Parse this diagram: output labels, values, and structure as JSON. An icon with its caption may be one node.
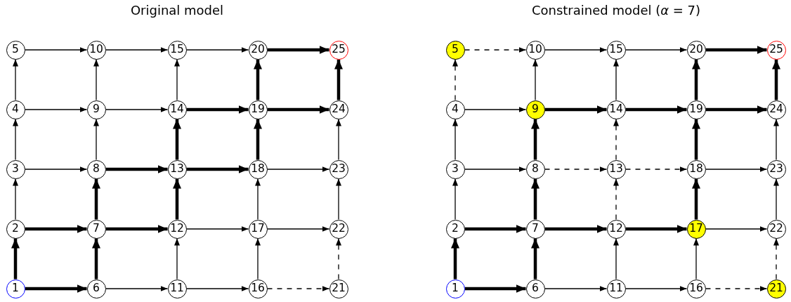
{
  "diagram": {
    "nodes": [
      {
        "text": [
          "1"
        ]
      },
      {
        "text": [
          "2"
        ]
      },
      {
        "text": [
          "3"
        ]
      },
      {
        "text": [
          "4"
        ]
      },
      {
        "text": [
          "5"
        ]
      },
      {
        "text": [
          "6"
        ]
      },
      {
        "text": [
          "7"
        ]
      },
      {
        "text": [
          "8"
        ]
      },
      {
        "text": [
          "9"
        ]
      },
      {
        "text": [
          "10"
        ]
      },
      {
        "text": [
          "11"
        ]
      },
      {
        "text": [
          "12"
        ]
      },
      {
        "text": [
          "13"
        ]
      },
      {
        "text": [
          "14"
        ]
      },
      {
        "text": [
          "15"
        ]
      },
      {
        "text": [
          "16"
        ]
      },
      {
        "text": [
          "17"
        ]
      },
      {
        "text": [
          "18"
        ]
      },
      {
        "text": [
          "19"
        ]
      },
      {
        "text": [
          "20"
        ]
      },
      {
        "text": [
          "21"
        ]
      },
      {
        "text": [
          "22"
        ]
      },
      {
        "text": [
          "23"
        ]
      },
      {
        "text": [
          "24"
        ]
      },
      {
        "text": [
          "25"
        ]
      },
      {
        "text": [
          "1"
        ]
      },
      {
        "text": [
          "2"
        ]
      },
      {
        "text": [
          "3"
        ]
      },
      {
        "text": [
          "4"
        ]
      },
      {
        "text": [
          "5"
        ]
      },
      {
        "text": [
          "6"
        ]
      },
      {
        "text": [
          "7"
        ]
      },
      {
        "text": [
          "8"
        ]
      },
      {
        "text": [
          "9"
        ]
      },
      {
        "text": [
          "10"
        ]
      },
      {
        "text": [
          "11"
        ]
      },
      {
        "text": [
          "12"
        ]
      },
      {
        "text": [
          "13"
        ]
      },
      {
        "text": [
          "14"
        ]
      },
      {
        "text": [
          "15"
        ]
      },
      {
        "text": [
          "16"
        ]
      },
      {
        "text": [
          "17"
        ]
      },
      {
        "text": [
          "18"
        ]
      },
      {
        "text": [
          "19"
        ]
      },
      {
        "text": [
          "20"
        ]
      },
      {
        "text": [
          "21"
        ]
      },
      {
        "text": [
          "22"
        ]
      },
      {
        "text": [
          "23"
        ]
      },
      {
        "text": [
          "24"
        ]
      },
      {
        "text": [
          "25"
        ]
      }
    ],
    "edges": [
      {
        "from": 0,
        "to": 1,
        "arrow": "to",
        "style": "thick"
      },
      {
        "from": 1,
        "to": 2,
        "arrow": "to"
      },
      {
        "from": 2,
        "to": 3,
        "arrow": "to"
      },
      {
        "from": 3,
        "to": 4,
        "arrow": "to"
      },
      {
        "from": 5,
        "to": 6,
        "arrow": "to",
        "style": "thick"
      },
      {
        "from": 6,
        "to": 7,
        "arrow": "to",
        "style": "thick"
      },
      {
        "from": 7,
        "to": 8,
        "arrow": "to"
      },
      {
        "from": 8,
        "to": 9,
        "arrow": "to"
      },
      {
        "from": 10,
        "to": 11,
        "arrow": "to"
      },
      {
        "from": 11,
        "to": 12,
        "arrow": "to",
        "style": "thick"
      },
      {
        "from": 12,
        "to": 13,
        "arrow": "to",
        "style": "thick"
      },
      {
        "from": 13,
        "to": 14,
        "arrow": "to"
      },
      {
        "from": 15,
        "to": 16,
        "arrow": "to"
      },
      {
        "from": 16,
        "to": 17,
        "arrow": "to"
      },
      {
        "from": 17,
        "to": 18,
        "arrow": "to",
        "style": "thick"
      },
      {
        "from": 18,
        "to": 19,
        "arrow": "to",
        "style": "thick"
      },
      {
        "from": 20,
        "to": 21,
        "arrow": "to",
        "style": "dashed"
      },
      {
        "from": 21,
        "to": 22,
        "arrow": "to"
      },
      {
        "from": 22,
        "to": 23,
        "arrow": "to"
      },
      {
        "from": 23,
        "to": 24,
        "arrow": "to",
        "style": "thick"
      },
      {
        "from": 0,
        "to": 5,
        "arrow": "to",
        "style": "thick"
      },
      {
        "from": 5,
        "to": 10,
        "arrow": "to"
      },
      {
        "from": 10,
        "to": 15,
        "arrow": "to"
      },
      {
        "from": 15,
        "to": 20,
        "arrow": "to",
        "style": "dashed"
      },
      {
        "from": 1,
        "to": 6,
        "arrow": "to",
        "style": "thick"
      },
      {
        "from": 6,
        "to": 11,
        "arrow": "to",
        "style": "thick"
      },
      {
        "from": 11,
        "to": 16,
        "arrow": "to"
      },
      {
        "from": 16,
        "to": 21,
        "arrow": "to"
      },
      {
        "from": 2,
        "to": 7,
        "arrow": "to"
      },
      {
        "from": 7,
        "to": 12,
        "arrow": "to",
        "style": "thick"
      },
      {
        "from": 12,
        "to": 17,
        "arrow": "to",
        "style": "thick"
      },
      {
        "from": 17,
        "to": 22,
        "arrow": "to"
      },
      {
        "from": 3,
        "to": 8,
        "arrow": "to"
      },
      {
        "from": 8,
        "to": 13,
        "arrow": "to"
      },
      {
        "from": 13,
        "to": 18,
        "arrow": "to",
        "style": "thick"
      },
      {
        "from": 18,
        "to": 23,
        "arrow": "to",
        "style": "thick"
      },
      {
        "from": 4,
        "to": 9,
        "arrow": "to"
      },
      {
        "from": 9,
        "to": 14,
        "arrow": "to"
      },
      {
        "from": 14,
        "to": 19,
        "arrow": "to"
      },
      {
        "from": 19,
        "to": 24,
        "arrow": "to",
        "style": "thick"
      },
      {
        "from": 25,
        "to": 26,
        "arrow": "to",
        "style": "thick"
      },
      {
        "from": 26,
        "to": 27,
        "arrow": "to"
      },
      {
        "from": 27,
        "to": 28,
        "arrow": "to"
      },
      {
        "from": 28,
        "to": 29,
        "arrow": "to",
        "style": "dashed"
      },
      {
        "from": 30,
        "to": 31,
        "arrow": "to",
        "style": "thick"
      },
      {
        "from": 31,
        "to": 32,
        "arrow": "to",
        "style": "thick"
      },
      {
        "from": 32,
        "to": 33,
        "arrow": "to",
        "style": "thick"
      },
      {
        "from": 33,
        "to": 34,
        "arrow": "to"
      },
      {
        "from": 35,
        "to": 36,
        "arrow": "to"
      },
      {
        "from": 36,
        "to": 37,
        "arrow": "to",
        "style": "dashed"
      },
      {
        "from": 37,
        "to": 38,
        "arrow": "to",
        "style": "dashed"
      },
      {
        "from": 38,
        "to": 39,
        "arrow": "to"
      },
      {
        "from": 40,
        "to": 41,
        "arrow": "to"
      },
      {
        "from": 41,
        "to": 42,
        "arrow": "to",
        "style": "thick"
      },
      {
        "from": 42,
        "to": 43,
        "arrow": "to",
        "style": "thick"
      },
      {
        "from": 43,
        "to": 44,
        "arrow": "to",
        "style": "thick"
      },
      {
        "from": 45,
        "to": 46,
        "arrow": "to",
        "style": "dashed"
      },
      {
        "from": 46,
        "to": 47,
        "arrow": "to"
      },
      {
        "from": 47,
        "to": 48,
        "arrow": "to"
      },
      {
        "from": 48,
        "to": 49,
        "arrow": "to",
        "style": "thick"
      },
      {
        "from": 25,
        "to": 30,
        "arrow": "to",
        "style": "thick"
      },
      {
        "from": 30,
        "to": 35,
        "arrow": "to"
      },
      {
        "from": 35,
        "to": 40,
        "arrow": "to"
      },
      {
        "from": 40,
        "to": 45,
        "arrow": "to",
        "style": "dashed"
      },
      {
        "from": 26,
        "to": 31,
        "arrow": "to",
        "style": "thick"
      },
      {
        "from": 31,
        "to": 36,
        "arrow": "to",
        "style": "thick"
      },
      {
        "from": 36,
        "to": 41,
        "arrow": "to",
        "style": "thick"
      },
      {
        "from": 41,
        "to": 46,
        "arrow": "to"
      },
      {
        "from": 27,
        "to": 32,
        "arrow": "to"
      },
      {
        "from": 32,
        "to": 37,
        "arrow": "to",
        "style": "dashed"
      },
      {
        "from": 37,
        "to": 42,
        "arrow": "to",
        "style": "dashed"
      },
      {
        "from": 42,
        "to": 47,
        "arrow": "to"
      },
      {
        "from": 28,
        "to": 33,
        "arrow": "to"
      },
      {
        "from": 33,
        "to": 38,
        "arrow": "to",
        "style": "thick"
      },
      {
        "from": 38,
        "to": 43,
        "arrow": "to",
        "style": "thick"
      },
      {
        "from": 43,
        "to": 48,
        "arrow": "to",
        "style": "thick"
      },
      {
        "from": 29,
        "to": 34,
        "arrow": "to",
        "style": "dashed"
      },
      {
        "from": 34,
        "to": 39,
        "arrow": "to"
      },
      {
        "from": 39,
        "to": 44,
        "arrow": "to"
      },
      {
        "from": 44,
        "to": 49,
        "arrow": "to",
        "style": "thick"
      }
    ],
    "labels": [
      "Original model",
      "Constrained model (*α* = 7)"
    ]
  }
}
